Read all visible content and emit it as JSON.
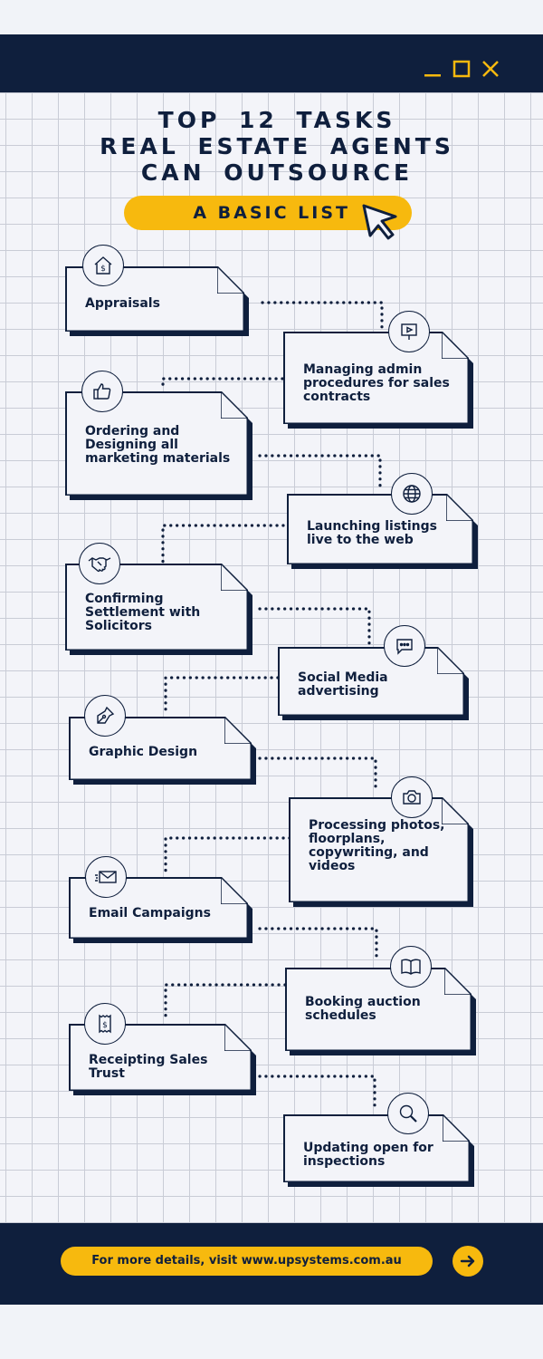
{
  "header": {
    "title_lines": [
      "TOP 12 TASKS",
      "REAL ESTATE AGENTS",
      "CAN OUTSOURCE"
    ],
    "subtitle": "A BASIC LIST"
  },
  "tasks": [
    {
      "label": "Appraisals",
      "icon": "house-dollar-icon"
    },
    {
      "label": "Managing admin procedures for sales contracts",
      "icon": "presentation-board-icon"
    },
    {
      "label": "Ordering and Designing all marketing materials",
      "icon": "thumbs-up-icon"
    },
    {
      "label": "Launching listings live to the web",
      "icon": "globe-icon"
    },
    {
      "label": "Confirming Settlement with Solicitors",
      "icon": "handshake-icon"
    },
    {
      "label": "Social Media advertising",
      "icon": "chat-bubble-icon"
    },
    {
      "label": "Graphic Design",
      "icon": "pen-nib-icon"
    },
    {
      "label": "Processing photos, floorplans, copywriting, and videos",
      "icon": "camera-icon"
    },
    {
      "label": "Email Campaigns",
      "icon": "envelope-icon"
    },
    {
      "label": "Booking auction schedules",
      "icon": "open-book-icon"
    },
    {
      "label": "Receipting Sales Trust",
      "icon": "receipt-icon"
    },
    {
      "label": "Updating open for inspections",
      "icon": "magnifier-icon"
    }
  ],
  "footer": {
    "text": "For more details, visit www.upsystems.com.au"
  },
  "colors": {
    "navy": "#0f1f3d",
    "accent_yellow": "#f7b90e",
    "background": "#f3f4f9",
    "grid": "#c9ccd6"
  }
}
